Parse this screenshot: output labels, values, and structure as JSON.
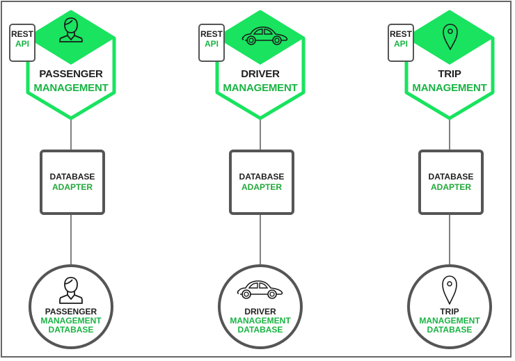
{
  "colors": {
    "accent_green": "#19e35f",
    "text_green": "#19b443",
    "dark_text": "#1f1f1f",
    "border_gray": "#555555"
  },
  "services": [
    {
      "id": "passenger",
      "icon": "person-icon",
      "api": {
        "line1": "REST",
        "line2": "API"
      },
      "hex": {
        "line1": "PASSENGER",
        "line2": "MANAGEMENT"
      },
      "adapter": {
        "line1": "DATABASE",
        "line2": "ADAPTER"
      },
      "database": {
        "line1": "PASSENGER",
        "line2": "MANAGEMENT",
        "line3": "DATABASE"
      }
    },
    {
      "id": "driver",
      "icon": "car-icon",
      "api": {
        "line1": "REST",
        "line2": "API"
      },
      "hex": {
        "line1": "DRIVER",
        "line2": "MANAGEMENT"
      },
      "adapter": {
        "line1": "DATABASE",
        "line2": "ADAPTER"
      },
      "database": {
        "line1": "DRIVER",
        "line2": "MANAGEMENT",
        "line3": "DATABASE"
      }
    },
    {
      "id": "trip",
      "icon": "map-pin-icon",
      "api": {
        "line1": "REST",
        "line2": "API"
      },
      "hex": {
        "line1": "TRIP",
        "line2": "MANAGEMENT"
      },
      "adapter": {
        "line1": "DATABASE",
        "line2": "ADAPTER"
      },
      "database": {
        "line1": "TRIP",
        "line2": "MANAGEMENT",
        "line3": "DATABASE"
      }
    }
  ]
}
